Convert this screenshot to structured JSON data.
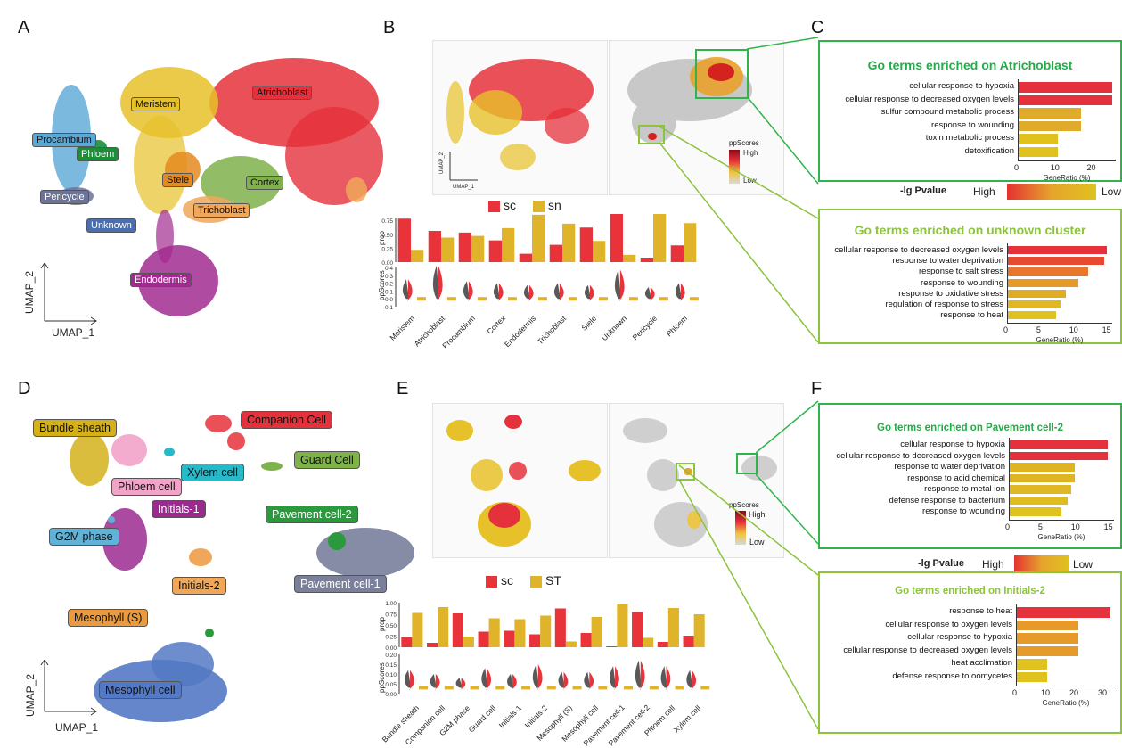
{
  "panels": {
    "A": "A",
    "B": "B",
    "C": "C",
    "D": "D",
    "E": "E",
    "F": "F"
  },
  "panelA": {
    "xlabel": "UMAP_1",
    "ylabel": "UMAP_2",
    "clusters": [
      "Atrichoblast",
      "Meristem",
      "Procambium",
      "Phloem",
      "Stele",
      "Cortex",
      "Pericycle",
      "Trichoblast",
      "Unknown",
      "Endodermis"
    ]
  },
  "panelB": {
    "legend": {
      "sc": "sc",
      "sn": "sn"
    },
    "umap_x": "UMAP_1",
    "umap_y": "UMAP_2",
    "score_title": "ppScores",
    "score_high": "High",
    "score_low": "Low",
    "prop_label": "prop",
    "pp_label": "ppScores",
    "prop_ticks": [
      "0.75",
      "0.50",
      "0.25",
      "0.00"
    ],
    "pp_ticks": [
      "0.4",
      "0.3",
      "0.2",
      "0.1",
      "0.0",
      "-0.1"
    ],
    "categories": [
      "Meristem",
      "Atrichoblast",
      "Procambium",
      "Cortex",
      "Endodermis",
      "Trichoblast",
      "Stele",
      "Unknown",
      "Pericycle",
      "Phloem"
    ]
  },
  "panelC": {
    "top": {
      "title": "Go terms enriched on Atrichoblast",
      "terms": [
        "cellular response to hypoxia",
        "cellular response to decreased oxygen levels",
        "sulfur compound metabolic process",
        "response to wounding",
        "toxin metabolic process",
        "detoxification"
      ],
      "ticks": [
        "0",
        "10",
        "20"
      ],
      "xlabel": "GeneRatio (%)"
    },
    "legend": {
      "title": "-lg Pvalue",
      "high": "High",
      "low": "Low"
    },
    "bottom": {
      "title": "Go terms enriched on unknown cluster",
      "terms": [
        "cellular response to decreased oxygen levels",
        "response to water deprivation",
        "response to salt stress",
        "response to wounding",
        "response to oxidative stress",
        "regulation of response to stress",
        "response to heat"
      ],
      "ticks": [
        "0",
        "5",
        "10",
        "15"
      ],
      "xlabel": "GeneRatio (%)"
    }
  },
  "panelD": {
    "xlabel": "UMAP_1",
    "ylabel": "UMAP_2",
    "clusters": [
      "Companion Cell",
      "Bundle sheath",
      "Guard Cell",
      "Xylem cell",
      "Phloem cell",
      "Initials-1",
      "Pavement cell-2",
      "G2M phase",
      "Initials-2",
      "Pavement cell-1",
      "Mesophyll (S)",
      "Mesophyll cell"
    ]
  },
  "panelE": {
    "legend": {
      "sc": "sc",
      "st": "ST"
    },
    "score_title": "ppScores",
    "score_high": "High",
    "score_low": "Low",
    "prop_label": "prop",
    "pp_label": "ppScores",
    "prop_ticks": [
      "1.00",
      "0.75",
      "0.50",
      "0.25",
      "0.00"
    ],
    "pp_ticks": [
      "0.20",
      "0.15",
      "0.10",
      "0.05",
      "0.00"
    ],
    "categories": [
      "Bundle sheath",
      "Companion cell",
      "G2M phase",
      "Guard cell",
      "Initials-1",
      "Initials-2",
      "Mesophyll (S)",
      "Mesophyll cell",
      "Pavement cell-1",
      "Pavement cell-2",
      "Phloem cell",
      "Xylem cell"
    ]
  },
  "panelF": {
    "top": {
      "title": "Go terms enriched on Pavement cell-2",
      "terms": [
        "cellular response to hypoxia",
        "cellular response to decreased oxygen levels",
        "response to water deprivation",
        "response to acid chemical",
        "response to metal ion",
        "defense response to bacterium",
        "response to wounding"
      ],
      "ticks": [
        "0",
        "5",
        "10",
        "15"
      ],
      "xlabel": "GeneRatio (%)"
    },
    "legend": {
      "title": "-lg Pvalue",
      "high": "High",
      "low": "Low"
    },
    "bottom": {
      "title": "Go terms enriched on Initials-2",
      "terms": [
        "response to heat",
        "cellular response to oxygen levels",
        "cellular response to hypoxia",
        "cellular response to decreased oxygen levels",
        "heat acclimation",
        "defense response to oomycetes"
      ],
      "ticks": [
        "0",
        "10",
        "20",
        "30"
      ],
      "xlabel": "GeneRatio (%)"
    }
  },
  "chart_data": [
    {
      "type": "bar",
      "title": "",
      "ylabel": "prop",
      "categories": [
        "Meristem",
        "Atrichoblast",
        "Procambium",
        "Cortex",
        "Endodermis",
        "Trichoblast",
        "Stele",
        "Unknown",
        "Pericycle",
        "Phloem"
      ],
      "series": [
        {
          "name": "sc",
          "color": "#e8333a",
          "values": [
            0.78,
            0.56,
            0.53,
            0.39,
            0.15,
            0.31,
            0.62,
            0.87,
            0.08,
            0.3
          ]
        },
        {
          "name": "sn",
          "color": "#dfb42a",
          "values": [
            0.22,
            0.44,
            0.47,
            0.61,
            0.85,
            0.69,
            0.38,
            0.13,
            0.92,
            0.7
          ]
        }
      ],
      "ylim": [
        0,
        1
      ]
    },
    {
      "type": "bar",
      "title": "",
      "ylabel": "prop",
      "categories": [
        "Bundle sheath",
        "Companion cell",
        "G2M phase",
        "Guard cell",
        "Initials-1",
        "Initials-2",
        "Mesophyll (S)",
        "Mesophyll cell",
        "Pavement cell-1",
        "Pavement cell-2",
        "Phloem cell",
        "Xylem cell"
      ],
      "series": [
        {
          "name": "sc",
          "color": "#e8333a",
          "values": [
            0.23,
            0.1,
            0.76,
            0.35,
            0.37,
            0.29,
            0.87,
            0.32,
            0.02,
            0.79,
            0.12,
            0.26
          ]
        },
        {
          "name": "ST",
          "color": "#dfb42a",
          "values": [
            0.77,
            0.9,
            0.24,
            0.65,
            0.63,
            0.71,
            0.13,
            0.68,
            0.98,
            0.21,
            0.88,
            0.74
          ]
        }
      ],
      "ylim": [
        0,
        1
      ]
    },
    {
      "type": "bar",
      "title": "Go terms enriched on Atrichoblast",
      "xlabel": "GeneRatio (%)",
      "categories": [
        "cellular response to hypoxia",
        "cellular response to decreased oxygen levels",
        "sulfur compound metabolic process",
        "response to wounding",
        "toxin metabolic process",
        "detoxification"
      ],
      "values": [
        26,
        26,
        17.5,
        17.5,
        11,
        11
      ],
      "xlim": [
        0,
        27
      ]
    },
    {
      "type": "bar",
      "title": "Go terms enriched on unknown cluster",
      "xlabel": "GeneRatio (%)",
      "categories": [
        "cellular response to decreased oxygen levels",
        "response to water deprivation",
        "response to salt stress",
        "response to wounding",
        "response to oxidative stress",
        "regulation of response to stress",
        "response to heat"
      ],
      "values": [
        15.2,
        14.8,
        12.4,
        10.8,
        8.9,
        8.2,
        7.4
      ],
      "xlim": [
        0,
        16
      ]
    },
    {
      "type": "bar",
      "title": "Go terms enriched on Pavement cell-2",
      "xlabel": "GeneRatio (%)",
      "categories": [
        "cellular response to hypoxia",
        "cellular response to decreased oxygen levels",
        "response to water deprivation",
        "response to acid chemical",
        "response to metal ion",
        "defense response to bacterium",
        "response to wounding"
      ],
      "values": [
        15,
        15,
        10,
        10,
        9.5,
        9,
        8
      ],
      "xlim": [
        0,
        16
      ]
    },
    {
      "type": "bar",
      "title": "Go terms enriched on Initials-2",
      "xlabel": "GeneRatio (%)",
      "categories": [
        "response to heat",
        "cellular response to oxygen levels",
        "cellular response to hypoxia",
        "cellular response to decreased oxygen levels",
        "heat acclimation",
        "defense response to oomycetes"
      ],
      "values": [
        33,
        22,
        22,
        22,
        11,
        11
      ],
      "xlim": [
        0,
        35
      ]
    }
  ]
}
